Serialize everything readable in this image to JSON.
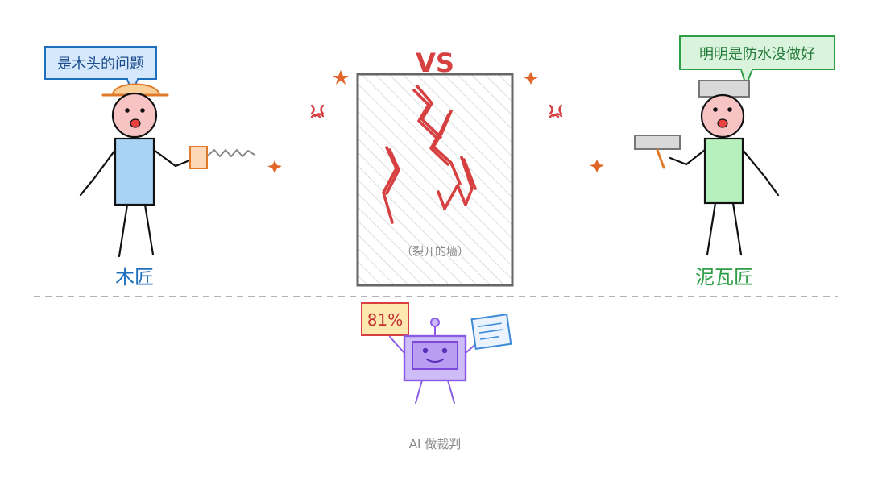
{
  "left_person": {
    "speech": "是木头的问题",
    "name": "木匠"
  },
  "right_person": {
    "speech": "明明是防水没做好",
    "name": "泥瓦匠"
  },
  "center": {
    "vs_text": "VS",
    "wall_caption": "（裂开的墙）"
  },
  "robot": {
    "confidence": "81%",
    "caption": "AI 做裁判"
  },
  "colors": {
    "accent_red": "#d64040",
    "spark_orange": "#e0662b",
    "carpenter_blue": "#1f6fbf",
    "mason_green": "#2e9e47",
    "robot_purple": "#8a5ce6"
  }
}
